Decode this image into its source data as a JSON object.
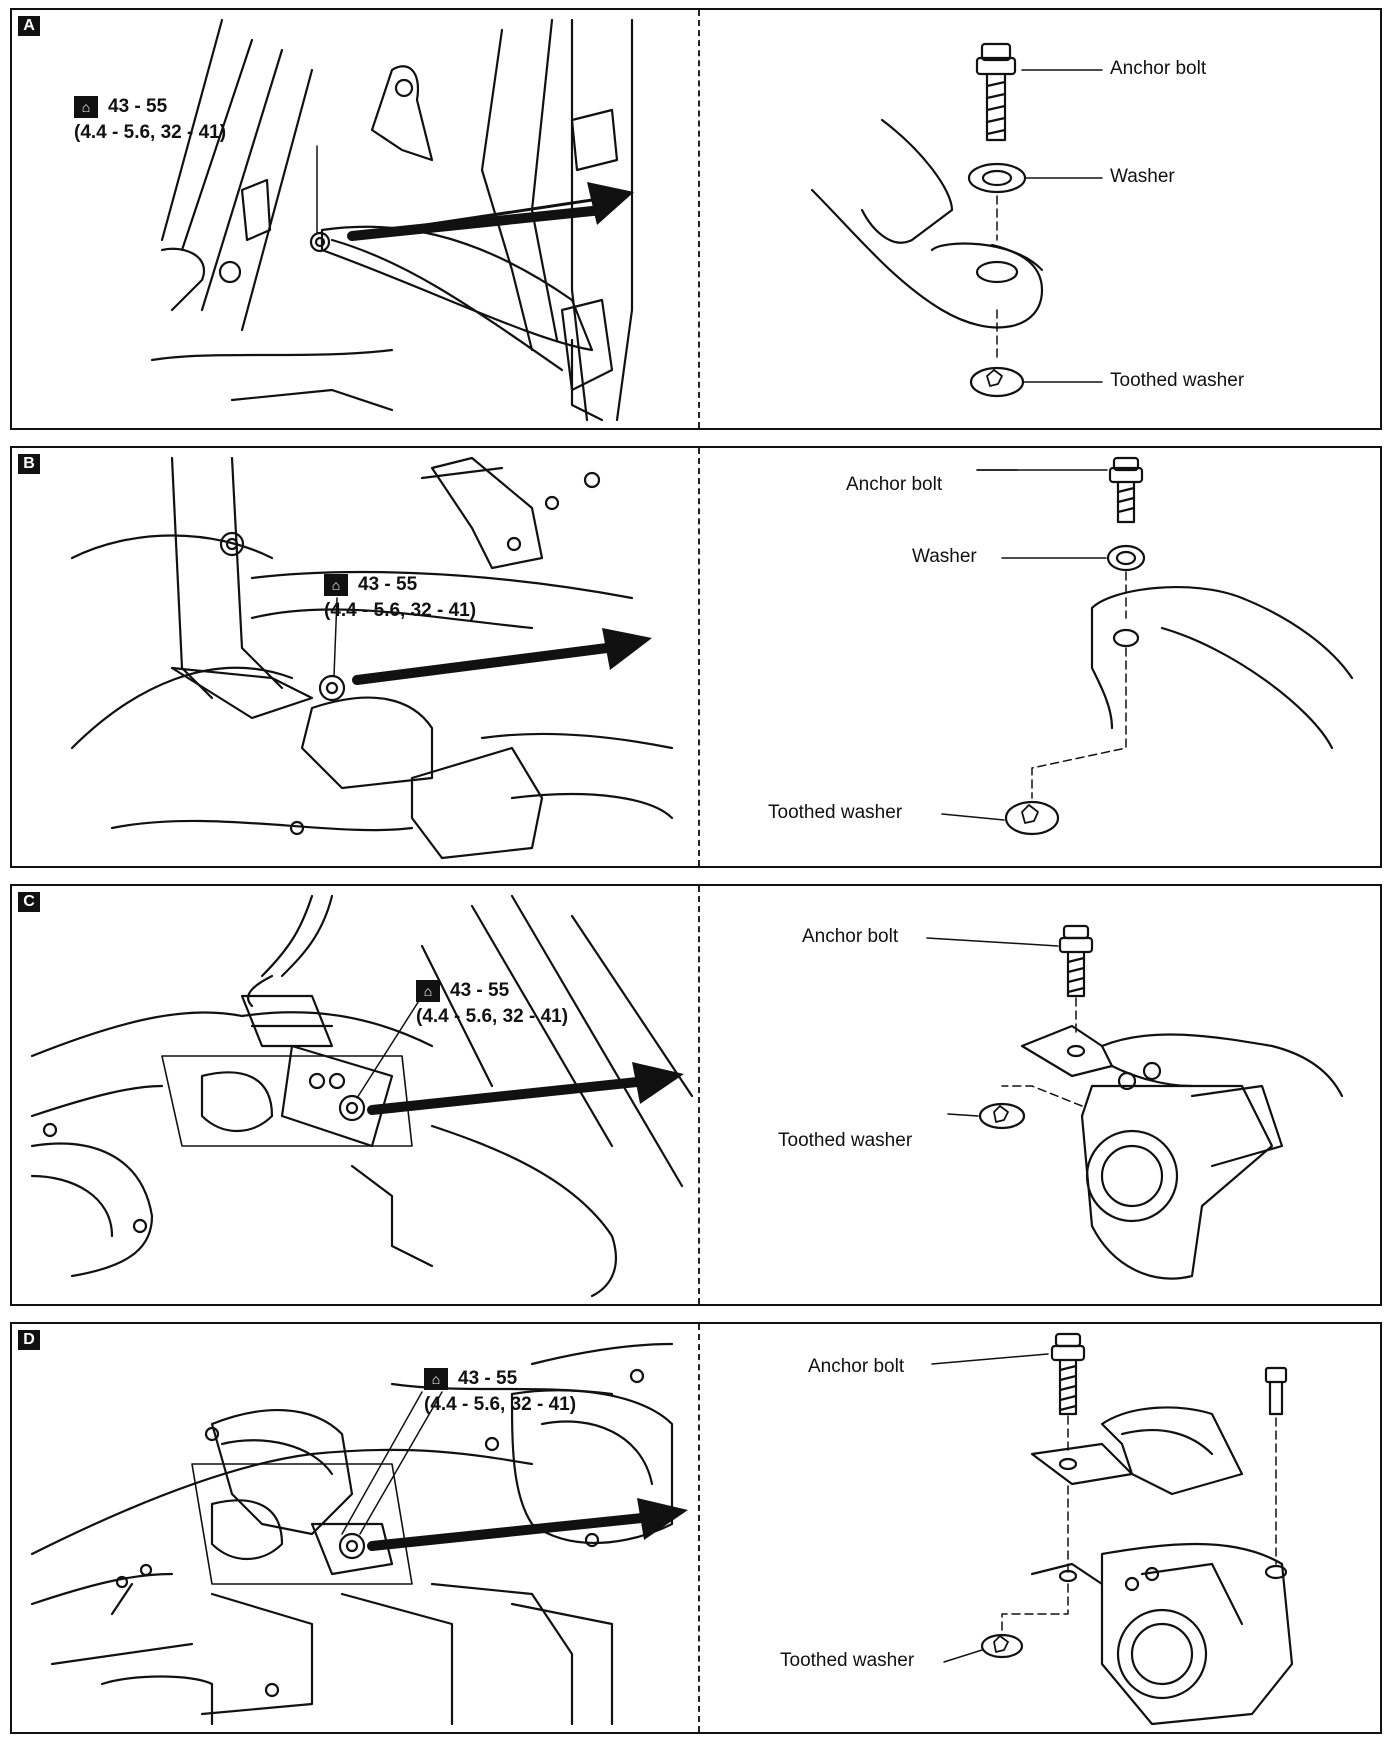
{
  "panels": [
    {
      "id": "A",
      "torque": {
        "value": "43 - 55",
        "alt": "(4.4 - 5.6, 32 - 41)"
      },
      "labels": {
        "anchor_bolt": "Anchor bolt",
        "washer": "Washer",
        "toothed_washer": "Toothed washer"
      }
    },
    {
      "id": "B",
      "torque": {
        "value": "43 - 55",
        "alt": "(4.4 - 5.6, 32 - 41)"
      },
      "labels": {
        "anchor_bolt": "Anchor bolt",
        "washer": "Washer",
        "toothed_washer": "Toothed washer"
      }
    },
    {
      "id": "C",
      "torque": {
        "value": "43 - 55",
        "alt": "(4.4 - 5.6, 32 - 41)"
      },
      "labels": {
        "anchor_bolt": "Anchor bolt",
        "toothed_washer": "Toothed washer"
      }
    },
    {
      "id": "D",
      "torque": {
        "value": "43 - 55",
        "alt": "(4.4 - 5.6, 32 - 41)"
      },
      "labels": {
        "anchor_bolt": "Anchor bolt",
        "toothed_washer": "Toothed washer"
      }
    }
  ],
  "icons": {
    "torque": "torque-wrench-icon"
  }
}
